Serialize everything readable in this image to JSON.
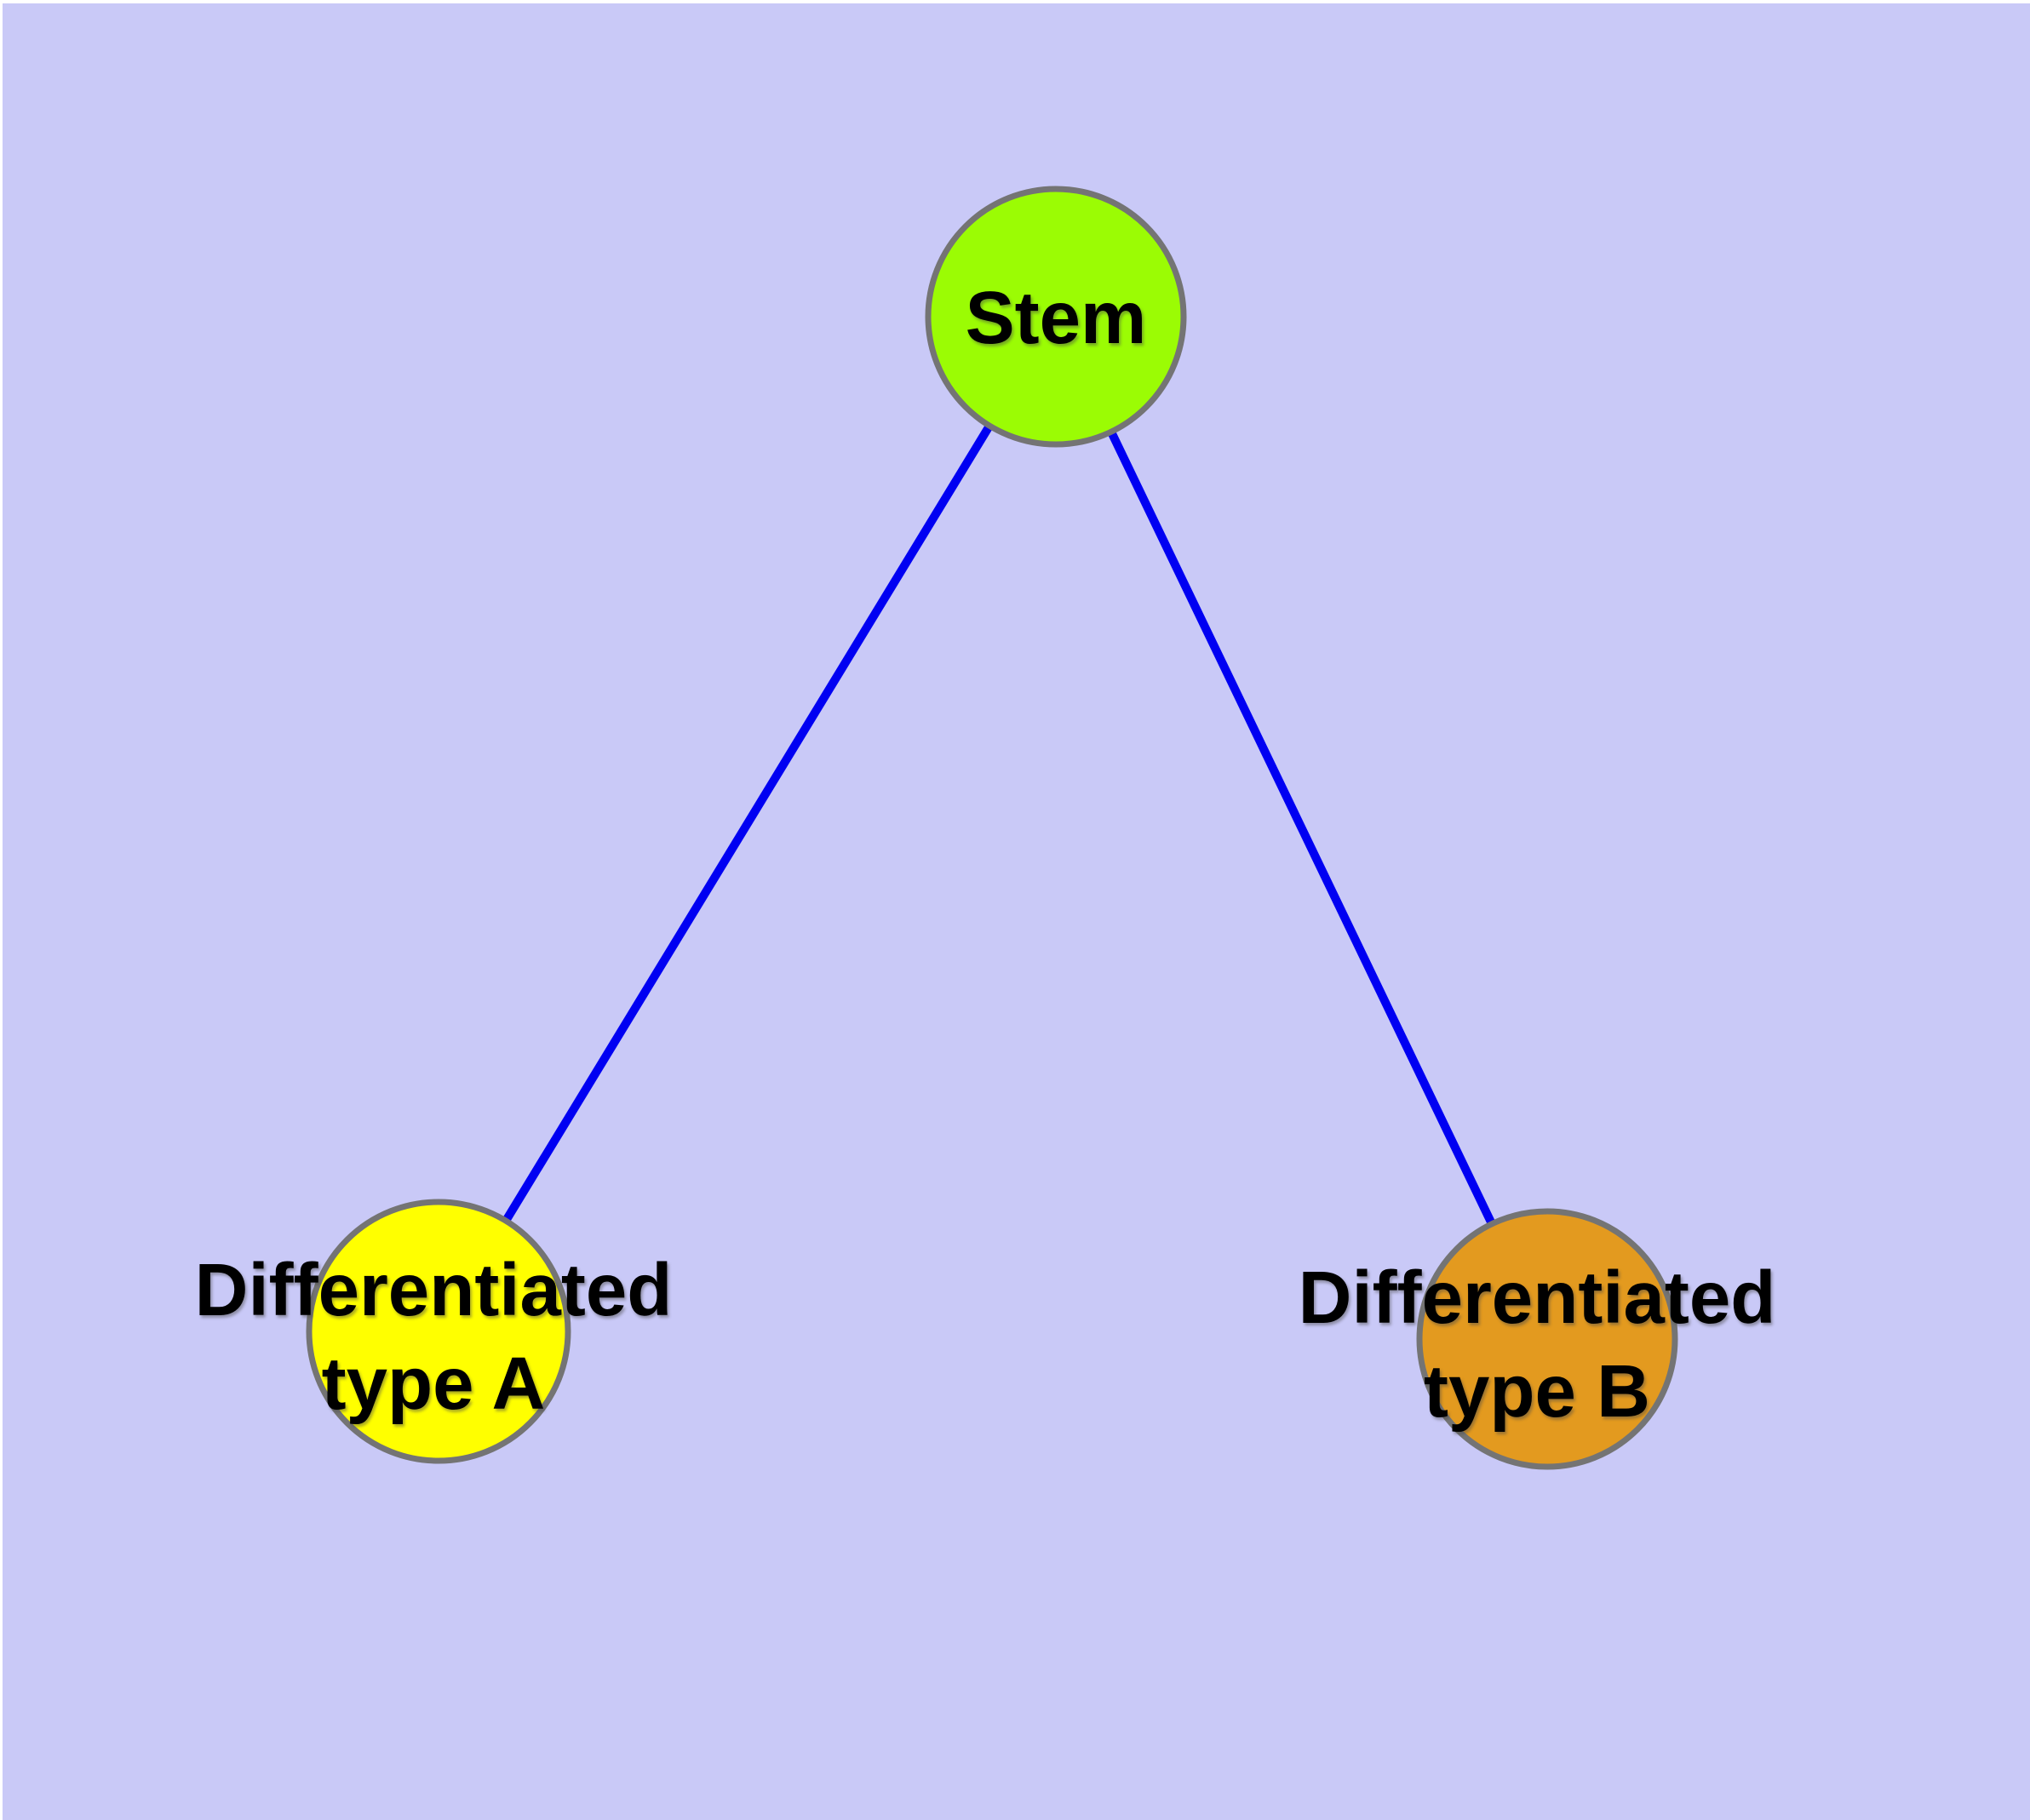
{
  "colors": {
    "background": "#C9C9F7",
    "edge": "#0000F2",
    "node_border": "#747474",
    "label_text": "#000000",
    "stem_fill": "#9BFC04",
    "type_a_fill": "#FFFF00",
    "type_b_fill": "#E39A1F"
  },
  "nodes": {
    "stem": {
      "label": "Stem"
    },
    "type_a": {
      "label_line1": "Differentiated",
      "label_line2": "type A"
    },
    "type_b": {
      "label_line1": "Differentiated",
      "label_line2": "type B"
    }
  },
  "edges": [
    {
      "from": "Stem",
      "to": "Differentiated type A"
    },
    {
      "from": "Stem",
      "to": "Differentiated type B"
    }
  ]
}
